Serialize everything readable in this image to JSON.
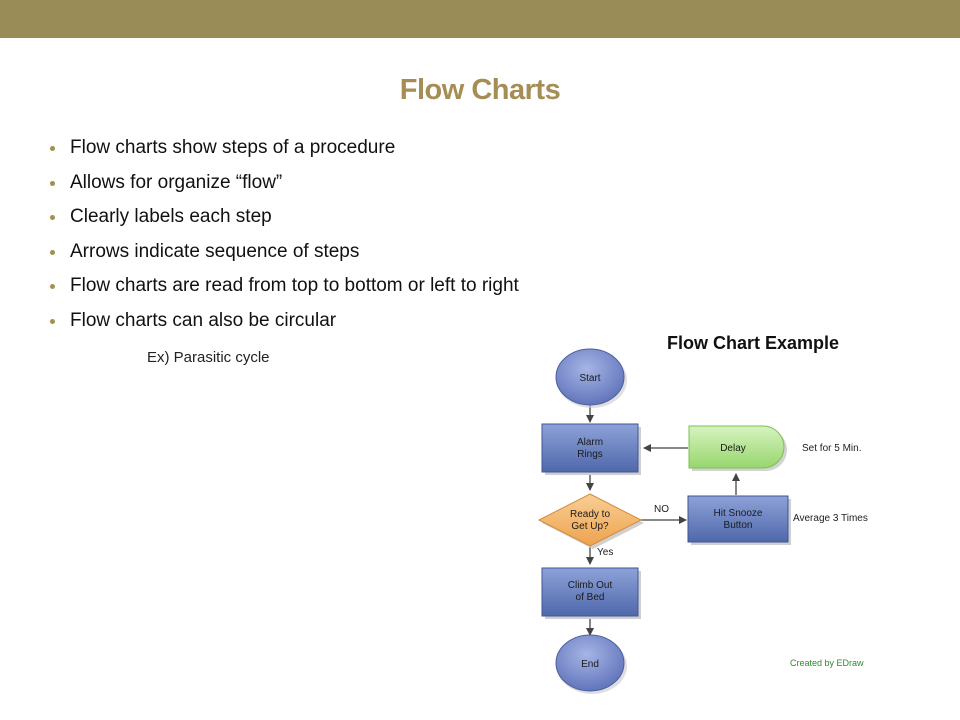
{
  "slide": {
    "title": "Flow Charts",
    "bullets": [
      "Flow charts show steps of a procedure",
      "Allows for organize “flow”",
      "Clearly labels each step",
      "Arrows indicate sequence of steps",
      "Flow charts are read from top to bottom or left to right",
      "Flow charts can also be circular"
    ],
    "sub_note": "Ex) Parasitic cycle",
    "example_title": "Flow Chart Example"
  },
  "flowchart": {
    "start": "Start",
    "alarm": [
      "Alarm",
      "Rings"
    ],
    "decision": [
      "Ready to",
      "Get Up?"
    ],
    "climb": [
      "Climb Out",
      "of Bed"
    ],
    "end": "End",
    "delay": "Delay",
    "snooze": [
      "Hit Snooze",
      "Button"
    ],
    "label_no": "NO",
    "label_yes": "Yes",
    "note_delay": "Set for 5 Min.",
    "note_snooze": "Average 3 Times",
    "credit": "Created by EDraw"
  },
  "colors": {
    "header_bar": "#9a8c57",
    "title": "#a58d55",
    "process_box": "#5b74b5",
    "terminator": "#6a7fc4",
    "decision": "#f3b46a",
    "delay": "#b7e39a",
    "credit": "#2e8b2e"
  }
}
